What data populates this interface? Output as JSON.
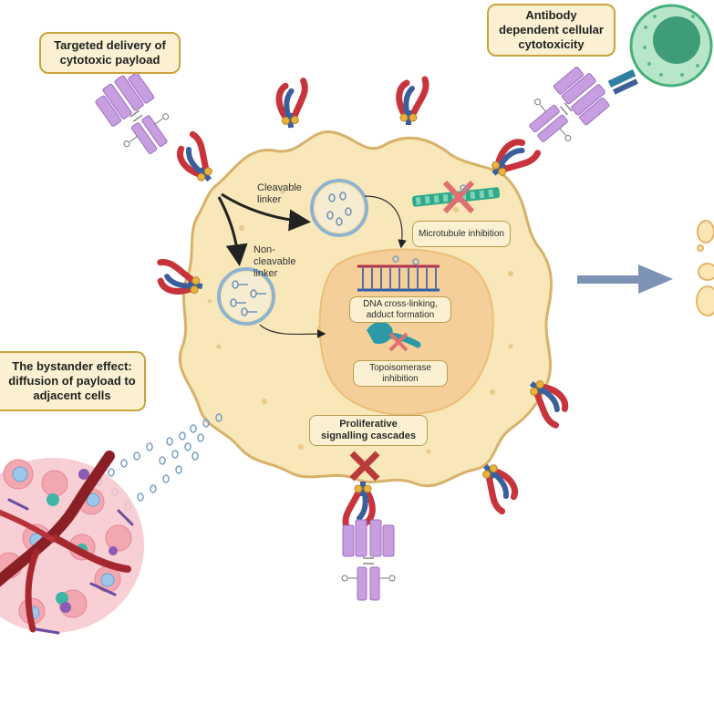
{
  "callouts": {
    "targeted_delivery": "Targeted delivery of cytotoxic payload",
    "adcc": "Antibody dependent cellular cytotoxicity",
    "bystander": "The bystander effect: diffusion of payload to adjacent cells",
    "proliferative": "Proliferative signalling cascades"
  },
  "labels": {
    "cleavable": "Cleavable linker",
    "non_cleavable": "Non-cleavable linker",
    "microtubule": "Microtubule inhibition",
    "dna": "DNA cross-linking, adduct formation",
    "topoisomerase": "Topoisomerase inhibition"
  },
  "colors": {
    "cell_fill": "#f8e7b8",
    "cell_border": "#d8b16a",
    "nucleus": "#f5cf9a",
    "antibody_purple": "#c79ee0",
    "receptor_red": "#c8343b",
    "receptor_blue": "#3c5f9c",
    "arrow_blue": "#7d93b5",
    "inhibit_x": "#b93a3a"
  }
}
